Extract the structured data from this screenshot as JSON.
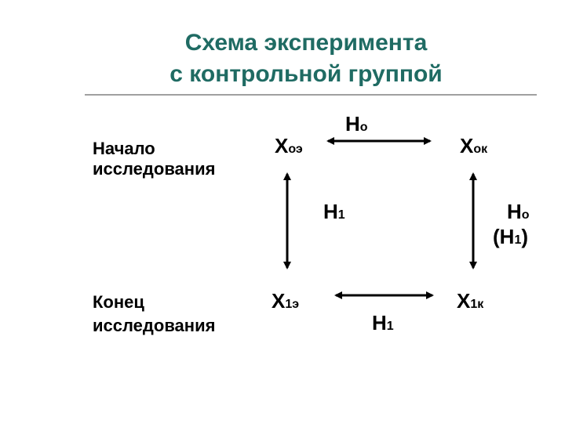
{
  "title": {
    "line1": "Схема эксперимента",
    "line2": "с контрольной группой"
  },
  "rows": {
    "start_line1": "Начало",
    "start_line2": "исследования",
    "end_line1": "Конец",
    "end_line2": "исследования"
  },
  "nodes": {
    "x0e": {
      "main": "Х",
      "sub": "оэ"
    },
    "x0k": {
      "main": "Х",
      "sub": "ок"
    },
    "x1e": {
      "main": "Х",
      "sub": "1э"
    },
    "x1k": {
      "main": "Х",
      "sub": "1к"
    }
  },
  "hypotheses": {
    "top": {
      "main": "Н",
      "sub": "о"
    },
    "left": {
      "main": "Н",
      "sub": "1"
    },
    "right": {
      "main": "Н",
      "sub": "о"
    },
    "right_alt": {
      "open": "(Н",
      "sub": "1",
      "close": ")"
    },
    "bottom": {
      "main": "Н",
      "sub": "1"
    }
  },
  "colors": {
    "title": "#1f6b63",
    "text": "#000000",
    "rule": "#a0a0a0"
  },
  "arrows": [
    "horizontal-top",
    "vertical-left",
    "vertical-right",
    "horizontal-bottom"
  ]
}
